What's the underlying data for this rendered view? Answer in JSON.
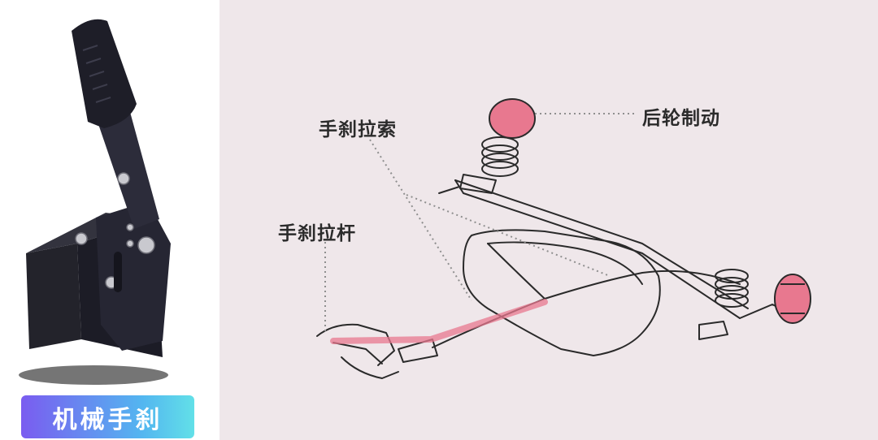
{
  "badge": {
    "label": "机械手刹"
  },
  "labels": {
    "cable": "手刹拉索",
    "rear_brake": "后轮制动",
    "lever": "手刹拉杆"
  },
  "colors": {
    "panel_bg": "#efe7ea",
    "accent": "#e8788f",
    "line": "#2a2a2a",
    "badge_start": "#7a5cf0",
    "badge_end": "#62e0e8"
  }
}
